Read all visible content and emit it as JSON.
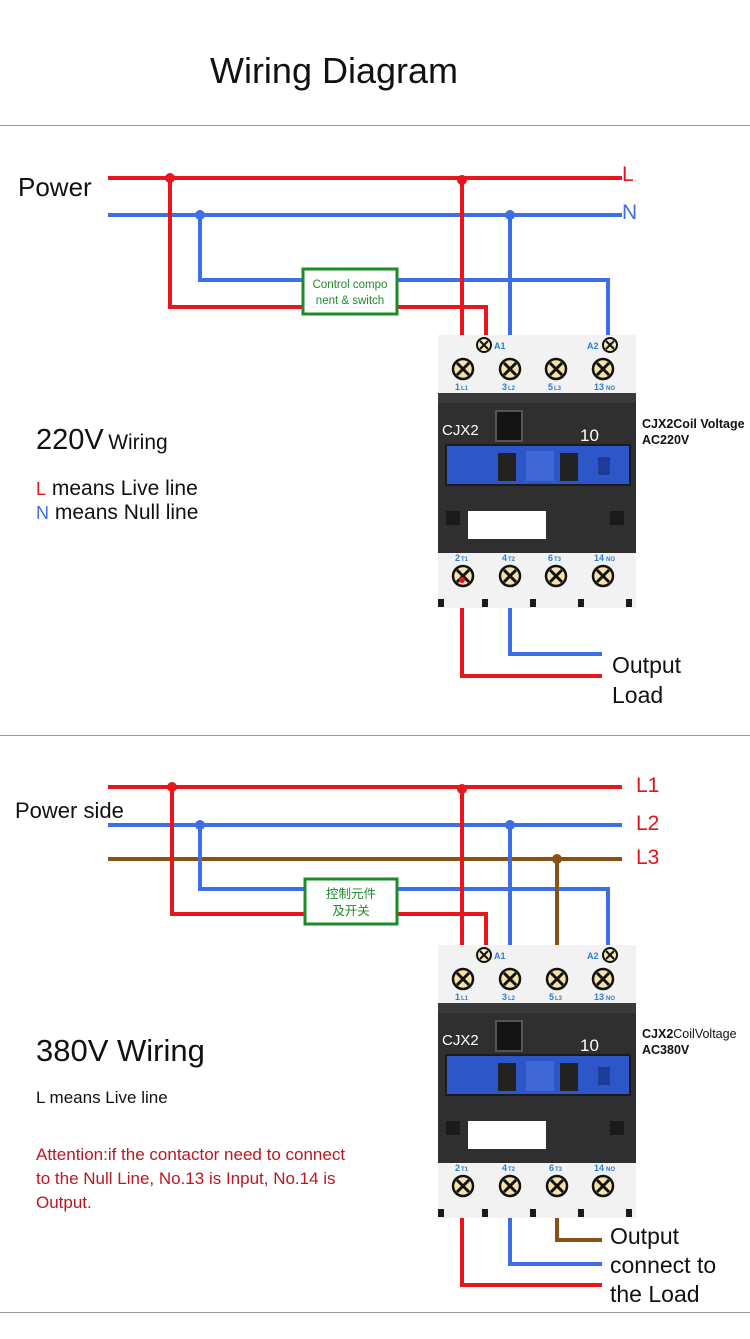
{
  "page_title": "Wiring Diagram",
  "section_220": {
    "power_label": "Power",
    "line_l": "L",
    "line_n": "N",
    "control_box": [
      "Control compo",
      "nent & switch"
    ],
    "heading_voltage": "220V",
    "heading_word": "Wiring",
    "legend_l_letter": "L",
    "legend_l_text": "means Live line",
    "legend_n_letter": "N",
    "legend_n_text": "means Null line",
    "model": "CJX2",
    "coil_label": "Coil Voltage",
    "coil_voltage": "AC220V",
    "output": [
      "Output",
      "Load"
    ],
    "contactor_number": "10"
  },
  "section_380": {
    "power_label": "Power side",
    "line_l1": "L1",
    "line_l2": "L2",
    "line_l3": "L3",
    "control_box": [
      "控制元件",
      "及开关"
    ],
    "heading": "380V Wiring",
    "legend_l": "L means Live line",
    "attention": [
      "Attention:if the contactor need to connect",
      "to the Null Line, No.13 is Input, No.14 is",
      "Output."
    ],
    "model": "CJX2",
    "coil_label": "CoilVoltage",
    "coil_voltage": "AC380V",
    "output": [
      "Output",
      "connect to",
      "the Load"
    ],
    "contactor_number": "10"
  },
  "contactor_labels": {
    "a1": "A1",
    "a2": "A2",
    "top": [
      "1",
      "3",
      "5",
      "13"
    ],
    "top_sub": [
      "L1",
      "L2",
      "L3",
      "NO"
    ],
    "bottom": [
      "2",
      "4",
      "6",
      "14"
    ],
    "bottom_sub": [
      "T1",
      "T2",
      "T3",
      "NO"
    ]
  },
  "colors": {
    "live": "#e8151b",
    "null": "#3e6ee6",
    "l3": "#8a5116",
    "box": "#1f8a2a",
    "body": "#2f2f2f",
    "window": "#2d56c8"
  }
}
